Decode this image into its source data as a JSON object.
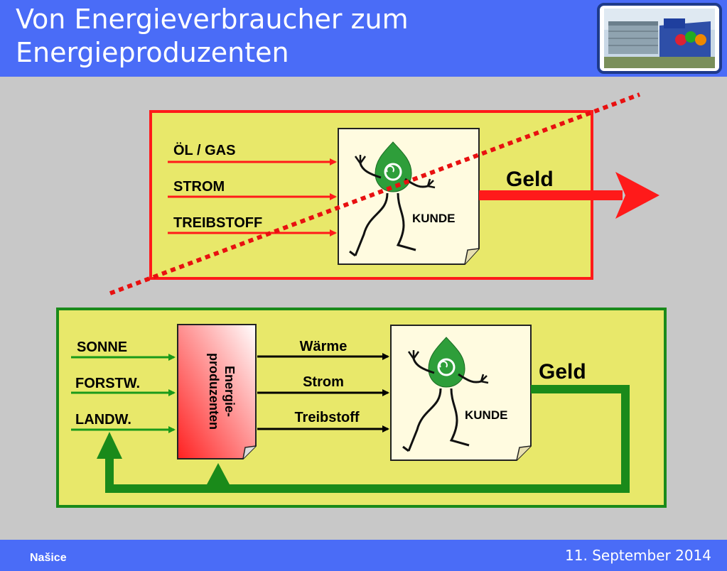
{
  "slide": {
    "title_line1": "Von Energieverbraucher zum",
    "title_line2": "Energieproduzenten"
  },
  "footer": {
    "location": "Našice",
    "date": "11. September 2014"
  },
  "top_diagram": {
    "inputs": [
      "ÖL / GAS",
      "STROM",
      "TREIBSTOFF"
    ],
    "customer_label": "KUNDE",
    "money_label": "Geld"
  },
  "bottom_diagram": {
    "sources": [
      "SONNE",
      "FORSTW.",
      "LANDW."
    ],
    "producer_line1": "Energie-",
    "producer_line2": "produzenten",
    "outputs": [
      "Wärme",
      "Strom",
      "Treibstoff"
    ],
    "customer_label": "KUNDE",
    "money_label": "Geld"
  },
  "colors": {
    "header_blue": "#4a6cf7",
    "panel_yellow": "#e8e86a",
    "top_border_red": "#ff1a1a",
    "bottom_border_green": "#1a8a1a",
    "arrow_green": "#1a8a1a"
  }
}
